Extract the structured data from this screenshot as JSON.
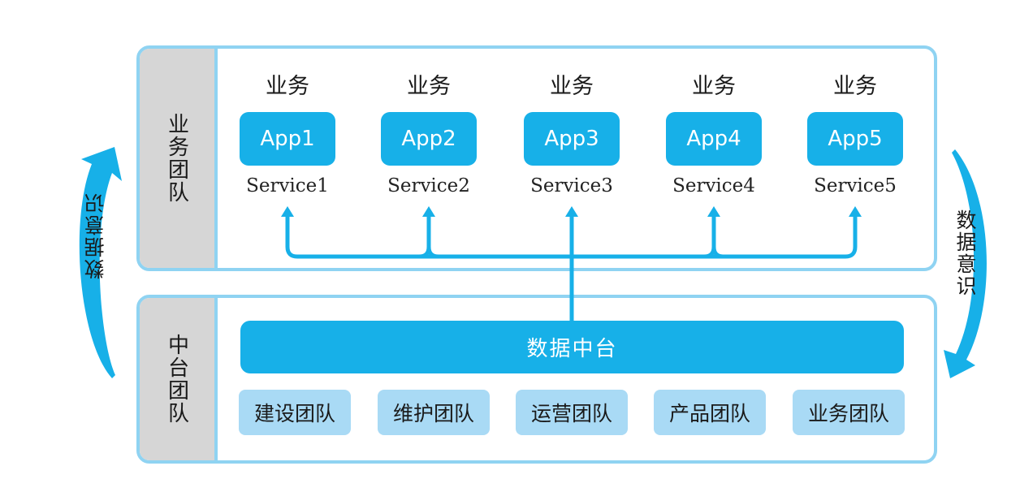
{
  "top_panel": {
    "side_label": "业务团队",
    "business_label": "业务",
    "items": [
      {
        "app": "App1",
        "service": "Service1"
      },
      {
        "app": "App2",
        "service": "Service2"
      },
      {
        "app": "App3",
        "service": "Service3"
      },
      {
        "app": "App4",
        "service": "Service4"
      },
      {
        "app": "App5",
        "service": "Service5"
      }
    ]
  },
  "bottom_panel": {
    "side_label": "中台团队",
    "platform_label": "数据中台",
    "teams": [
      "建设团队",
      "维护团队",
      "运营团队",
      "产品团队",
      "业务团队"
    ]
  },
  "side_arrows": {
    "left_label": "数据意识",
    "right_label": "数据意识"
  },
  "colors": {
    "accent": "#17b0e8",
    "light": "#a9daf5",
    "border": "#8fd3f2",
    "sidebar": "#d6d6d6"
  }
}
